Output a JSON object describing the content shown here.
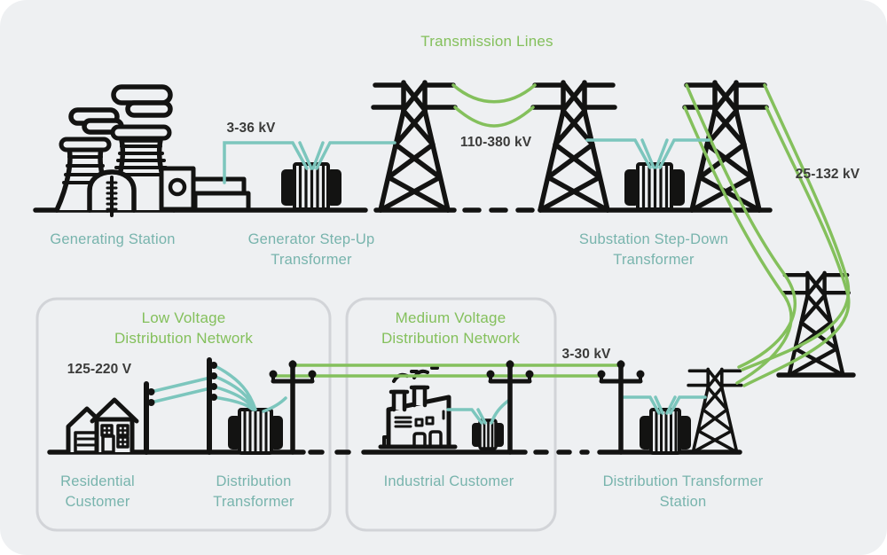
{
  "title": {
    "text": "Transmission Lines"
  },
  "colors": {
    "background": "#eef0f2",
    "ink": "#131312",
    "green_lines_and_titles": "#84c05c",
    "teal_labels": "#78b4ad",
    "teal_wires": "#7cc6bd",
    "network_box_border": "#d2d4d8",
    "voltage_text": "#3b3b3a"
  },
  "voltages": {
    "generator_step_up": "3-36 kV",
    "transmission": "110-380 kV",
    "subtransmission": "25-132 kV",
    "medium_voltage_feed": "3-30 kV",
    "low_voltage_service": "125-220 V"
  },
  "stations": {
    "generating_station": {
      "label": "Generating Station"
    },
    "generator_step_up_transformer": {
      "label_line1": "Generator Step-Up",
      "label_line2": "Transformer"
    },
    "substation_step_down_transformer": {
      "label_line1": "Substation Step-Down",
      "label_line2": "Transformer"
    },
    "distribution_transformer_station": {
      "label_line1": "Distribution Transformer",
      "label_line2": "Station"
    }
  },
  "networks": {
    "low_voltage": {
      "title_line1": "Low Voltage",
      "title_line2": "Distribution Network",
      "residential_customer": {
        "label_line1": "Residential",
        "label_line2": "Customer"
      },
      "distribution_transformer": {
        "label_line1": "Distribution",
        "label_line2": "Transformer"
      }
    },
    "medium_voltage": {
      "title_line1": "Medium Voltage",
      "title_line2": "Distribution Network",
      "industrial_customer": {
        "label": "Industrial Customer"
      }
    }
  }
}
